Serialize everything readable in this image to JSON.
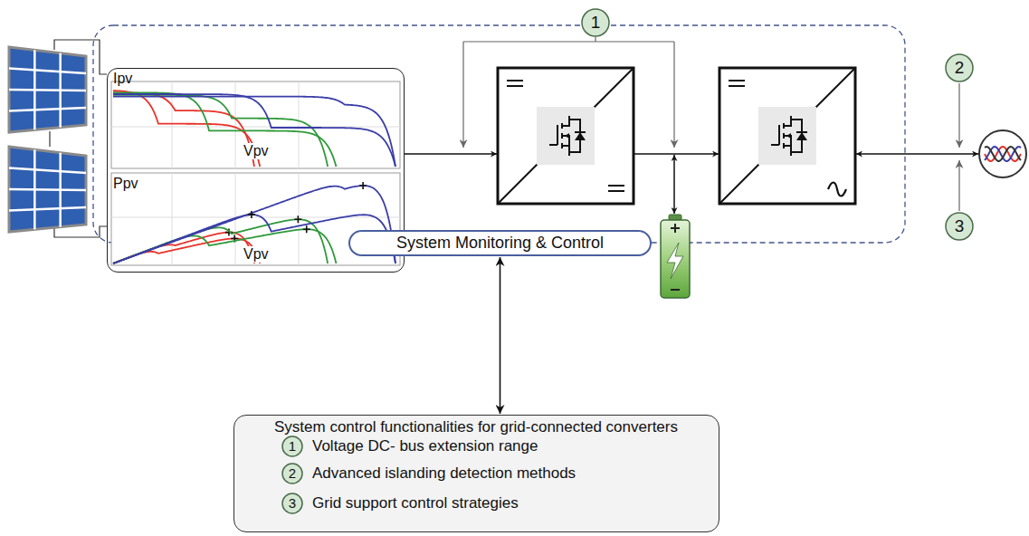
{
  "diagram": {
    "nodes": [
      {
        "text": [
          "Ipv",
          "Vpv",
          "Ppv",
          "Vpv"
        ]
      },
      {
        "text": [
          "1"
        ]
      },
      {
        "text": [
          "2"
        ]
      },
      {
        "text": [
          "3"
        ]
      },
      {
        "text": [
          "System Monitoring & Control"
        ]
      },
      {
        "text": [
          "System control functionalities for grid-connected converters",
          "Voltage DC- bus extension range",
          "Advanced islanding detection methods",
          "Grid support control strategies"
        ]
      },
      {
        "text": [
          "1"
        ],
        "in": 5
      },
      {
        "text": [
          "2"
        ],
        "in": 5
      },
      {
        "text": [
          "3"
        ],
        "in": 5
      }
    ],
    "edges": [
      {
        "from": 4,
        "to": 5,
        "arrow": "both"
      }
    ]
  }
}
